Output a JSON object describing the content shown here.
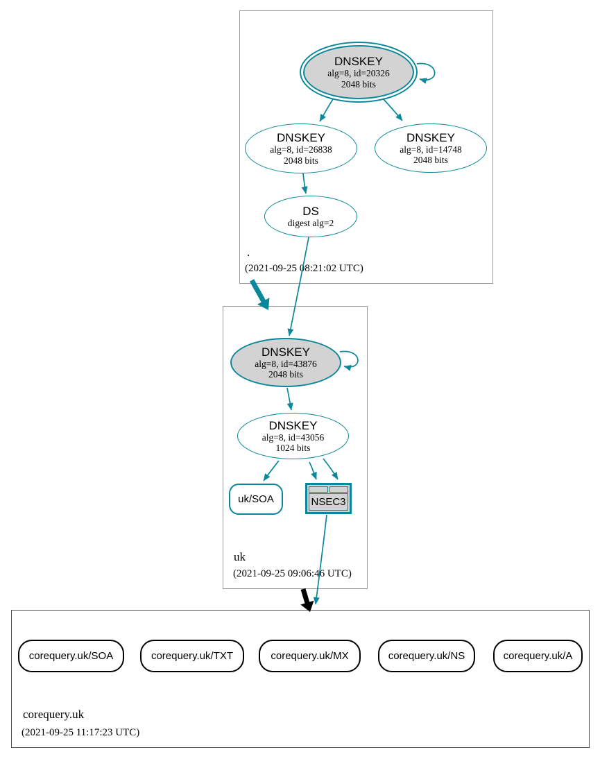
{
  "colors": {
    "secure_teal": "#0a879a",
    "insecure_black": "#000000",
    "key_fill_gray": "#d3d3d3",
    "zone_border_gray": "#979797"
  },
  "zones": [
    {
      "name": ".",
      "timestamp": "(2021-09-25 08:21:02 UTC)",
      "nodes": {
        "ksk": {
          "title": "DNSKEY",
          "line1": "alg=8, id=20326",
          "line2": "2048 bits"
        },
        "zsk1": {
          "title": "DNSKEY",
          "line1": "alg=8, id=26838",
          "line2": "2048 bits"
        },
        "zsk2": {
          "title": "DNSKEY",
          "line1": "alg=8, id=14748",
          "line2": "2048 bits"
        },
        "ds": {
          "title": "DS",
          "line1": "digest alg=2"
        }
      }
    },
    {
      "name": "uk",
      "timestamp": "(2021-09-25 09:06:46 UTC)",
      "nodes": {
        "ksk": {
          "title": "DNSKEY",
          "line1": "alg=8, id=43876",
          "line2": "2048 bits"
        },
        "zsk": {
          "title": "DNSKEY",
          "line1": "alg=8, id=43056",
          "line2": "1024 bits"
        },
        "soa": {
          "label": "uk/SOA"
        },
        "nsec3": {
          "label": "NSEC3"
        }
      }
    },
    {
      "name": "corequery.uk",
      "timestamp": "(2021-09-25 11:17:23 UTC)",
      "rrsets": [
        {
          "label": "corequery.uk/SOA"
        },
        {
          "label": "corequery.uk/TXT"
        },
        {
          "label": "corequery.uk/MX"
        },
        {
          "label": "corequery.uk/NS"
        },
        {
          "label": "corequery.uk/A"
        }
      ]
    }
  ]
}
